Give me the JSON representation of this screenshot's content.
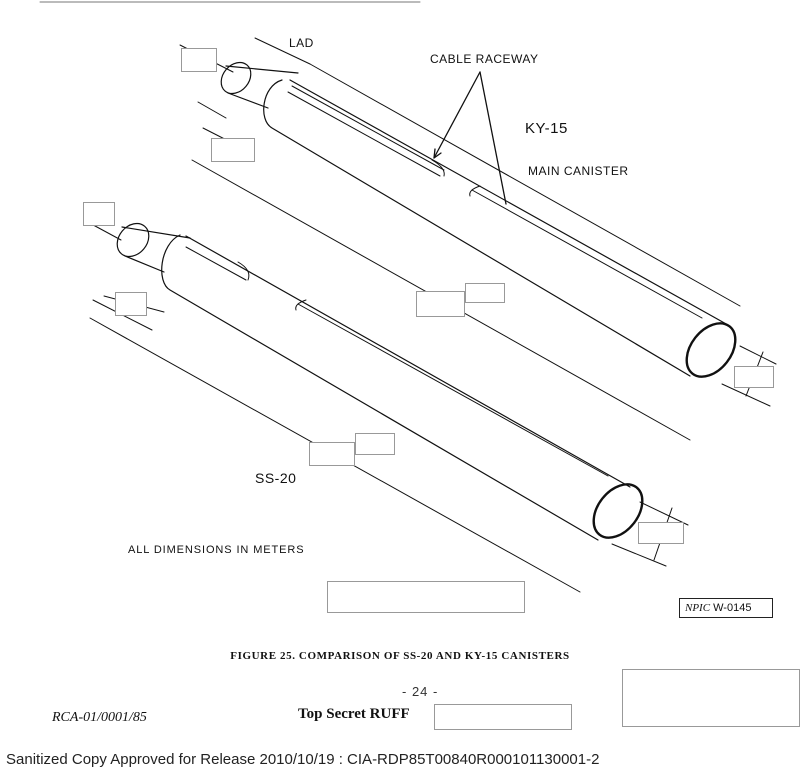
{
  "labels": {
    "lad": "LAD",
    "cable_raceway": "CABLE RACEWAY",
    "ky15": "KY-15",
    "main_canister": "MAIN CANISTER",
    "ss20": "SS-20",
    "dimensions_note": "ALL DIMENSIONS IN METERS"
  },
  "npic_tag": {
    "org": "NPIC",
    "code": "W-0145"
  },
  "caption": "FIGURE 25. COMPARISON OF SS-20 AND KY-15 CANISTERS",
  "page_number": "- 24 -",
  "footer": {
    "control_number": "RCA-01/0001/85",
    "classification": "Top Secret RUFF",
    "release_line": "Sanitized Copy Approved for Release 2010/10/19 : CIA-RDP85T00840R000101130001-2"
  }
}
